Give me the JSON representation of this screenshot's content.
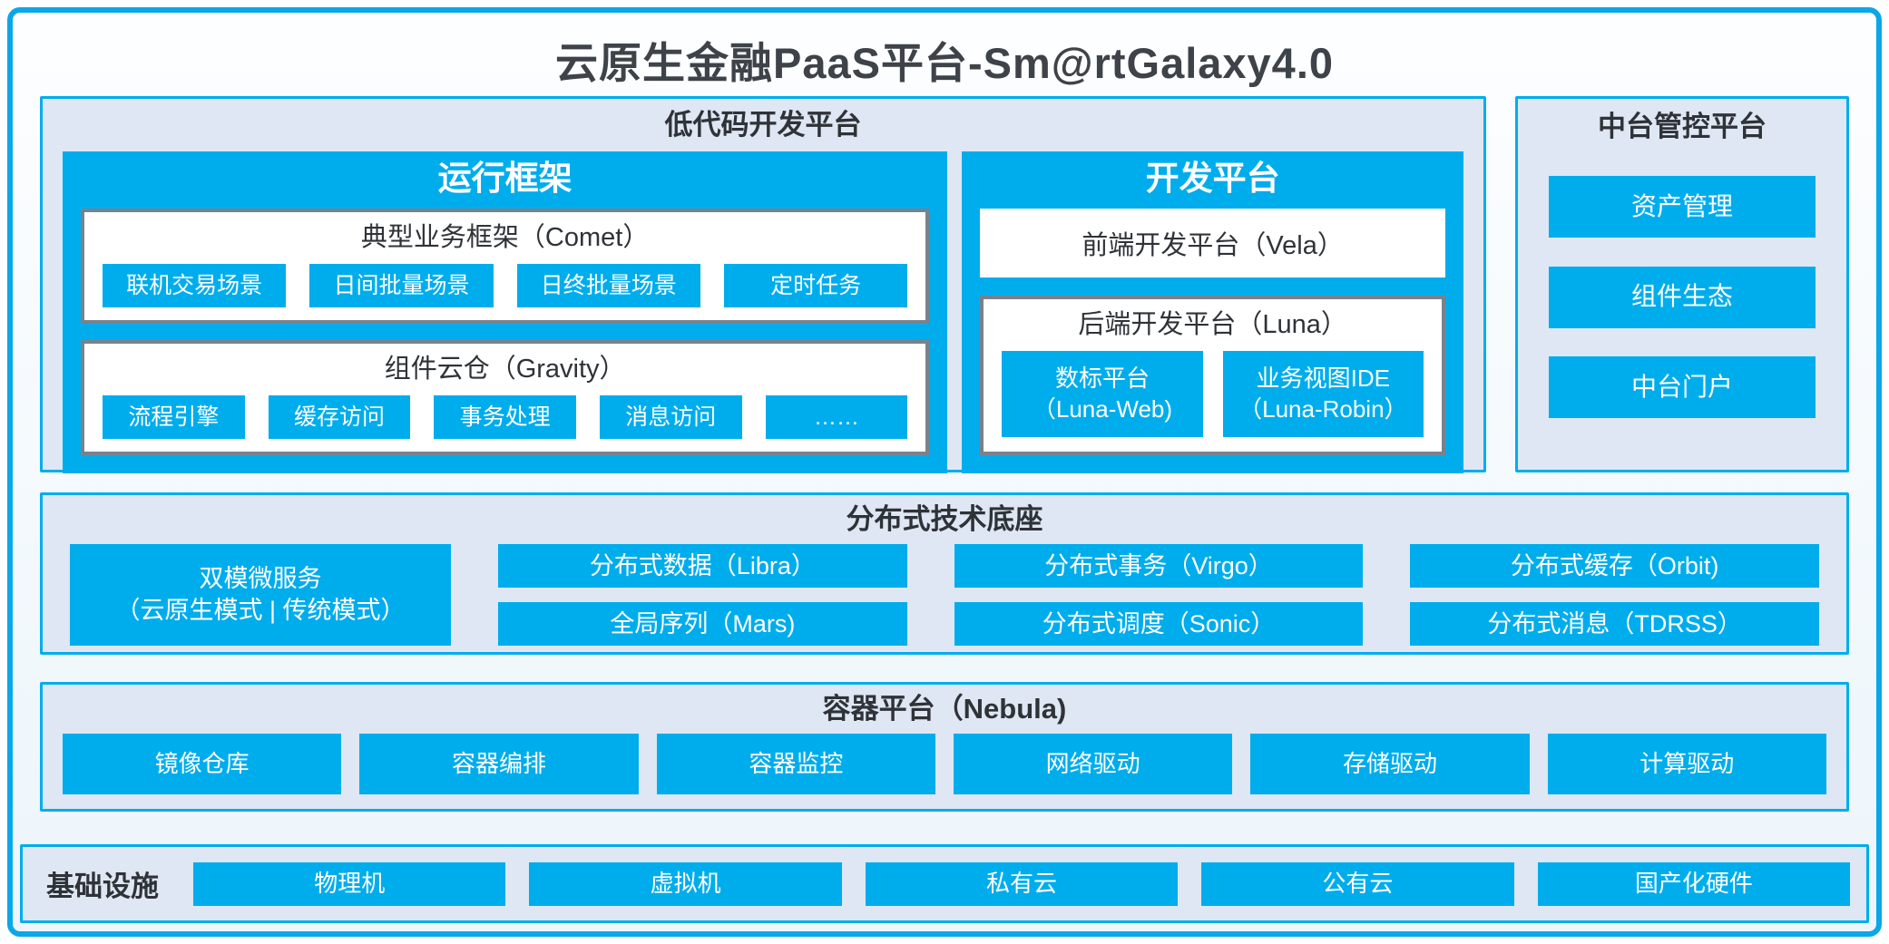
{
  "colors": {
    "accent": "#00adec",
    "frame_border": "#0aa7e9",
    "panel_bg": "#dee7f3",
    "box_border_gray": "#78828e",
    "dark_text": "#2f3338",
    "title_text": "#3e4349"
  },
  "title": "云原生金融PaaS平台-Sm@rtGalaxy4.0",
  "lowcode": {
    "heading": "低代码开发平台",
    "runtime": {
      "heading": "运行框架",
      "comet": {
        "heading": "典型业务框架（Comet）",
        "buttons": [
          "联机交易场景",
          "日间批量场景",
          "日终批量场景",
          "定时任务"
        ]
      },
      "gravity": {
        "heading": "组件云仓（Gravity）",
        "buttons": [
          "流程引擎",
          "缓存访问",
          "事务处理",
          "消息访问",
          "……"
        ]
      }
    },
    "devplat": {
      "heading": "开发平台",
      "vela": "前端开发平台（Vela）",
      "luna": {
        "heading": "后端开发平台（Luna）",
        "buttons": [
          {
            "line1": "数标平台",
            "line2": "（Luna-Web)"
          },
          {
            "line1": "业务视图IDE",
            "line2": "（Luna-Robin）"
          }
        ]
      }
    }
  },
  "midplatform": {
    "heading": "中台管控平台",
    "buttons": [
      "资产管理",
      "组件生态",
      "中台门户"
    ]
  },
  "distributed": {
    "heading": "分布式技术底座",
    "dual_mode": {
      "line1": "双模微服务",
      "line2": "（云原生模式 | 传统模式）"
    },
    "col1": [
      "分布式数据（Libra）",
      "全局序列（Mars)"
    ],
    "col2": [
      "分布式事务（Virgo）",
      "分布式调度（Sonic）"
    ],
    "col3": [
      "分布式缓存（Orbit)",
      "分布式消息（TDRSS）"
    ]
  },
  "container_platform": {
    "heading": "容器平台（Nebula)",
    "buttons": [
      "镜像仓库",
      "容器编排",
      "容器监控",
      "网络驱动",
      "存储驱动",
      "计算驱动"
    ]
  },
  "infrastructure": {
    "label": "基础设施",
    "buttons": [
      "物理机",
      "虚拟机",
      "私有云",
      "公有云",
      "国产化硬件"
    ]
  }
}
